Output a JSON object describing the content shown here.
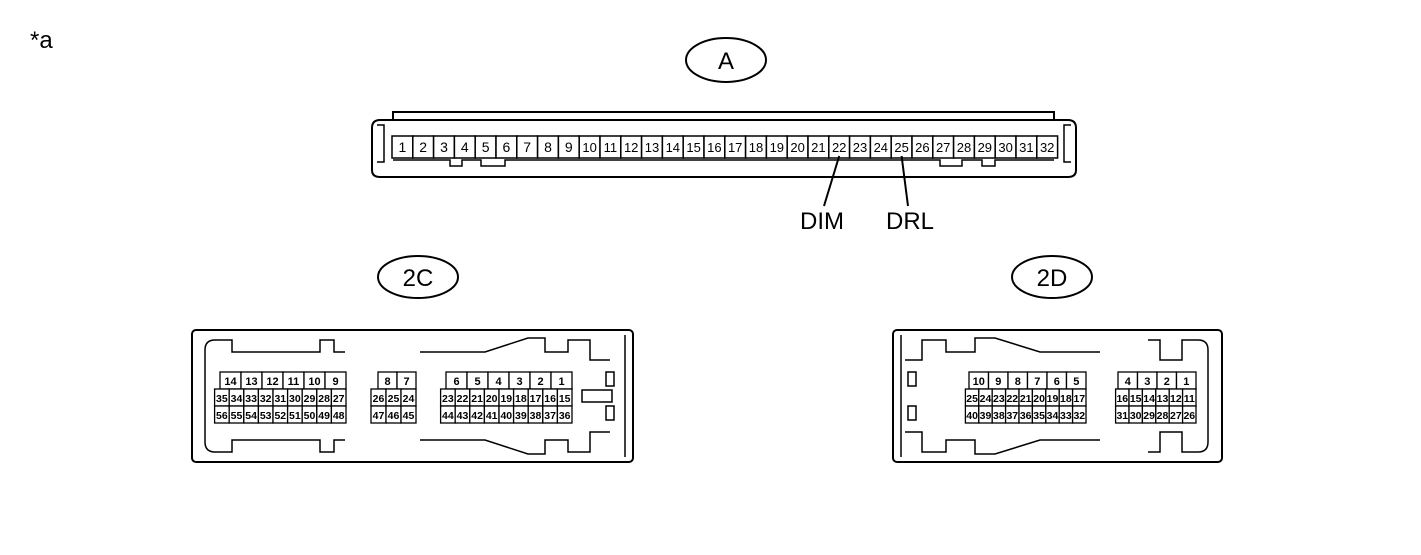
{
  "corner_label": "*a",
  "connector_a": {
    "label": "A",
    "pins": [
      "1",
      "2",
      "3",
      "4",
      "5",
      "6",
      "7",
      "8",
      "9",
      "10",
      "11",
      "12",
      "13",
      "14",
      "15",
      "16",
      "17",
      "18",
      "19",
      "20",
      "21",
      "22",
      "23",
      "24",
      "25",
      "26",
      "27",
      "28",
      "29",
      "30",
      "31",
      "32"
    ],
    "callouts": [
      {
        "pin_index": 21,
        "text": "DIM"
      },
      {
        "pin_index": 24,
        "text": "DRL"
      }
    ]
  },
  "connector_2c": {
    "label": "2C",
    "groups": [
      {
        "rows": [
          [
            "14",
            "13",
            "12",
            "11",
            "10",
            "9"
          ],
          [
            "35",
            "34",
            "33",
            "32",
            "31",
            "30",
            "29",
            "28",
            "27"
          ],
          [
            "56",
            "55",
            "54",
            "53",
            "52",
            "51",
            "50",
            "49",
            "48"
          ]
        ]
      },
      {
        "rows": [
          [
            "8",
            "7"
          ],
          [
            "26",
            "25",
            "24"
          ],
          [
            "47",
            "46",
            "45"
          ]
        ]
      },
      {
        "rows": [
          [
            "6",
            "5",
            "4",
            "3",
            "2",
            "1"
          ],
          [
            "23",
            "22",
            "21",
            "20",
            "19",
            "18",
            "17",
            "16",
            "15"
          ],
          [
            "44",
            "43",
            "42",
            "41",
            "40",
            "39",
            "38",
            "37",
            "36"
          ]
        ]
      }
    ]
  },
  "connector_2d": {
    "label": "2D",
    "groups": [
      {
        "rows": [
          [
            "10",
            "9",
            "8",
            "7",
            "6",
            "5"
          ],
          [
            "25",
            "24",
            "23",
            "22",
            "21",
            "20",
            "19",
            "18",
            "17"
          ],
          [
            "40",
            "39",
            "38",
            "37",
            "36",
            "35",
            "34",
            "33",
            "32"
          ]
        ]
      },
      {
        "rows": [
          [
            "4",
            "3",
            "2",
            "1"
          ],
          [
            "16",
            "15",
            "14",
            "13",
            "12",
            "11"
          ],
          [
            "31",
            "30",
            "29",
            "28",
            "27",
            "26"
          ]
        ]
      }
    ]
  }
}
